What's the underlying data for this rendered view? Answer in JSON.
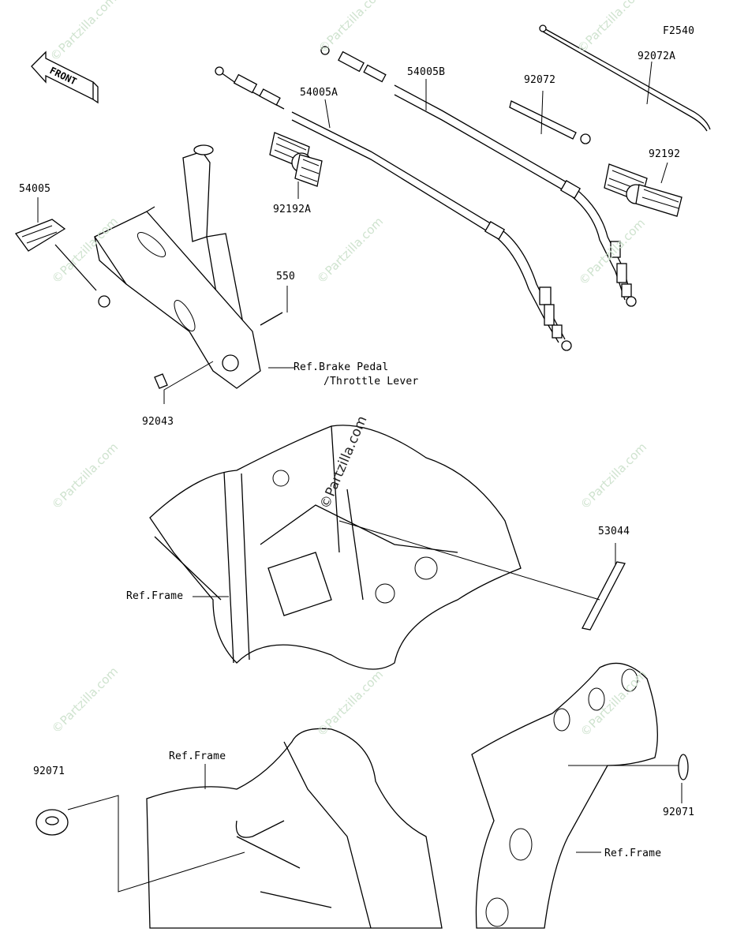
{
  "figure_code": "F2540",
  "front_label": "FRONT",
  "watermark": "©Partzilla.com",
  "parts": {
    "p54005": "54005",
    "p54005A": "54005A",
    "p54005B": "54005B",
    "p92072": "92072",
    "p92072A": "92072A",
    "p92192": "92192",
    "p92192A": "92192A",
    "p550": "550",
    "p92043": "92043",
    "p53044": "53044",
    "p92071_left": "92071",
    "p92071_right": "92071"
  },
  "refs": {
    "brake_pedal": "Ref.Brake Pedal",
    "throttle_lever": "/Throttle Lever",
    "frame_mid": "Ref.Frame",
    "frame_bottom_left": "Ref.Frame",
    "frame_bottom_right": "Ref.Frame"
  }
}
